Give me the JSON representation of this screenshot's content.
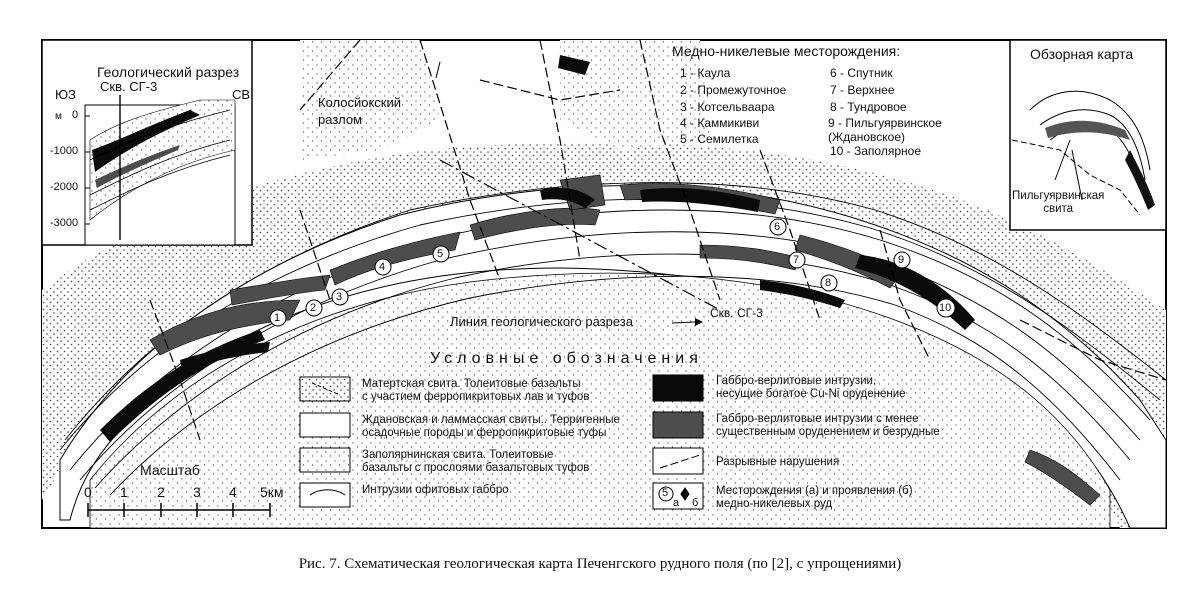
{
  "section": {
    "title": "Геологический разрез",
    "well": "Скв. СГ-3",
    "sw": "ЮЗ",
    "ne": "СВ",
    "depth_unit": "м",
    "depths": [
      "0",
      "-1000",
      "-2000",
      "-3000"
    ]
  },
  "fault_label": "Колосйокский\nразлом",
  "deposits": {
    "title": "Медно-никелевые месторождения:",
    "left": [
      "1 - Каула",
      "2 - Промежуточное",
      "3 - Котсельваара",
      "4 - Каммикиви",
      "5 - Семилетка"
    ],
    "right": [
      "6 - Спутник",
      "7 - Верхнее",
      "8 - Тундровое",
      "9 - Пильгуярвинское\n(Ждановское)",
      "10 - Заполярное"
    ]
  },
  "overview": {
    "title": "Обзорная карта",
    "suite_label": "Пильгуярвинская\nсвита"
  },
  "map_labels": {
    "section_line": "Линия геологического разреза",
    "well": "Скв. СГ-3",
    "numbers": [
      "1",
      "2",
      "3",
      "4",
      "5",
      "6",
      "7",
      "8",
      "9",
      "10"
    ]
  },
  "legend": {
    "title": "Условные обозначения",
    "items": [
      {
        "text": "Матертская свита. Толеитовые базальты\nс участием ферропикритовых лав и туфов"
      },
      {
        "text": "Ждановская и ламмасская свиты.. Терригенные\nосадочные породы и ферропикритовые туфы"
      },
      {
        "text": "Заполярнинская свита. Толеитовые\nбазальты с прослоями базальтовых туфов"
      },
      {
        "text": "Интрузии офитовых габбро"
      },
      {
        "text": "Габбро-верлитовые интрузии,\nнесущие богатое Cu-Ni оруденение"
      },
      {
        "text": "Габбро-верлитовые интрузии с менее\nсущественным оруденением и безрудные"
      },
      {
        "text": "Разрывные нарушения"
      },
      {
        "text": "Месторождения (а) и проявления (б)\nмедно-никелевых руд"
      }
    ],
    "deposit_symbol": {
      "number": "5",
      "a": "а",
      "b": "б"
    }
  },
  "scale": {
    "title": "Масштаб",
    "ticks": [
      "0",
      "1",
      "2",
      "3",
      "4",
      "5км"
    ]
  },
  "caption": "Рис. 7. Схематическая геологическая карта Печенгского рудного поля (по [2], с упрощениями)",
  "colors": {
    "rich_ore": "#0a0a0a",
    "poor_ore": "#4d4d4d",
    "stipple": "#555555"
  }
}
